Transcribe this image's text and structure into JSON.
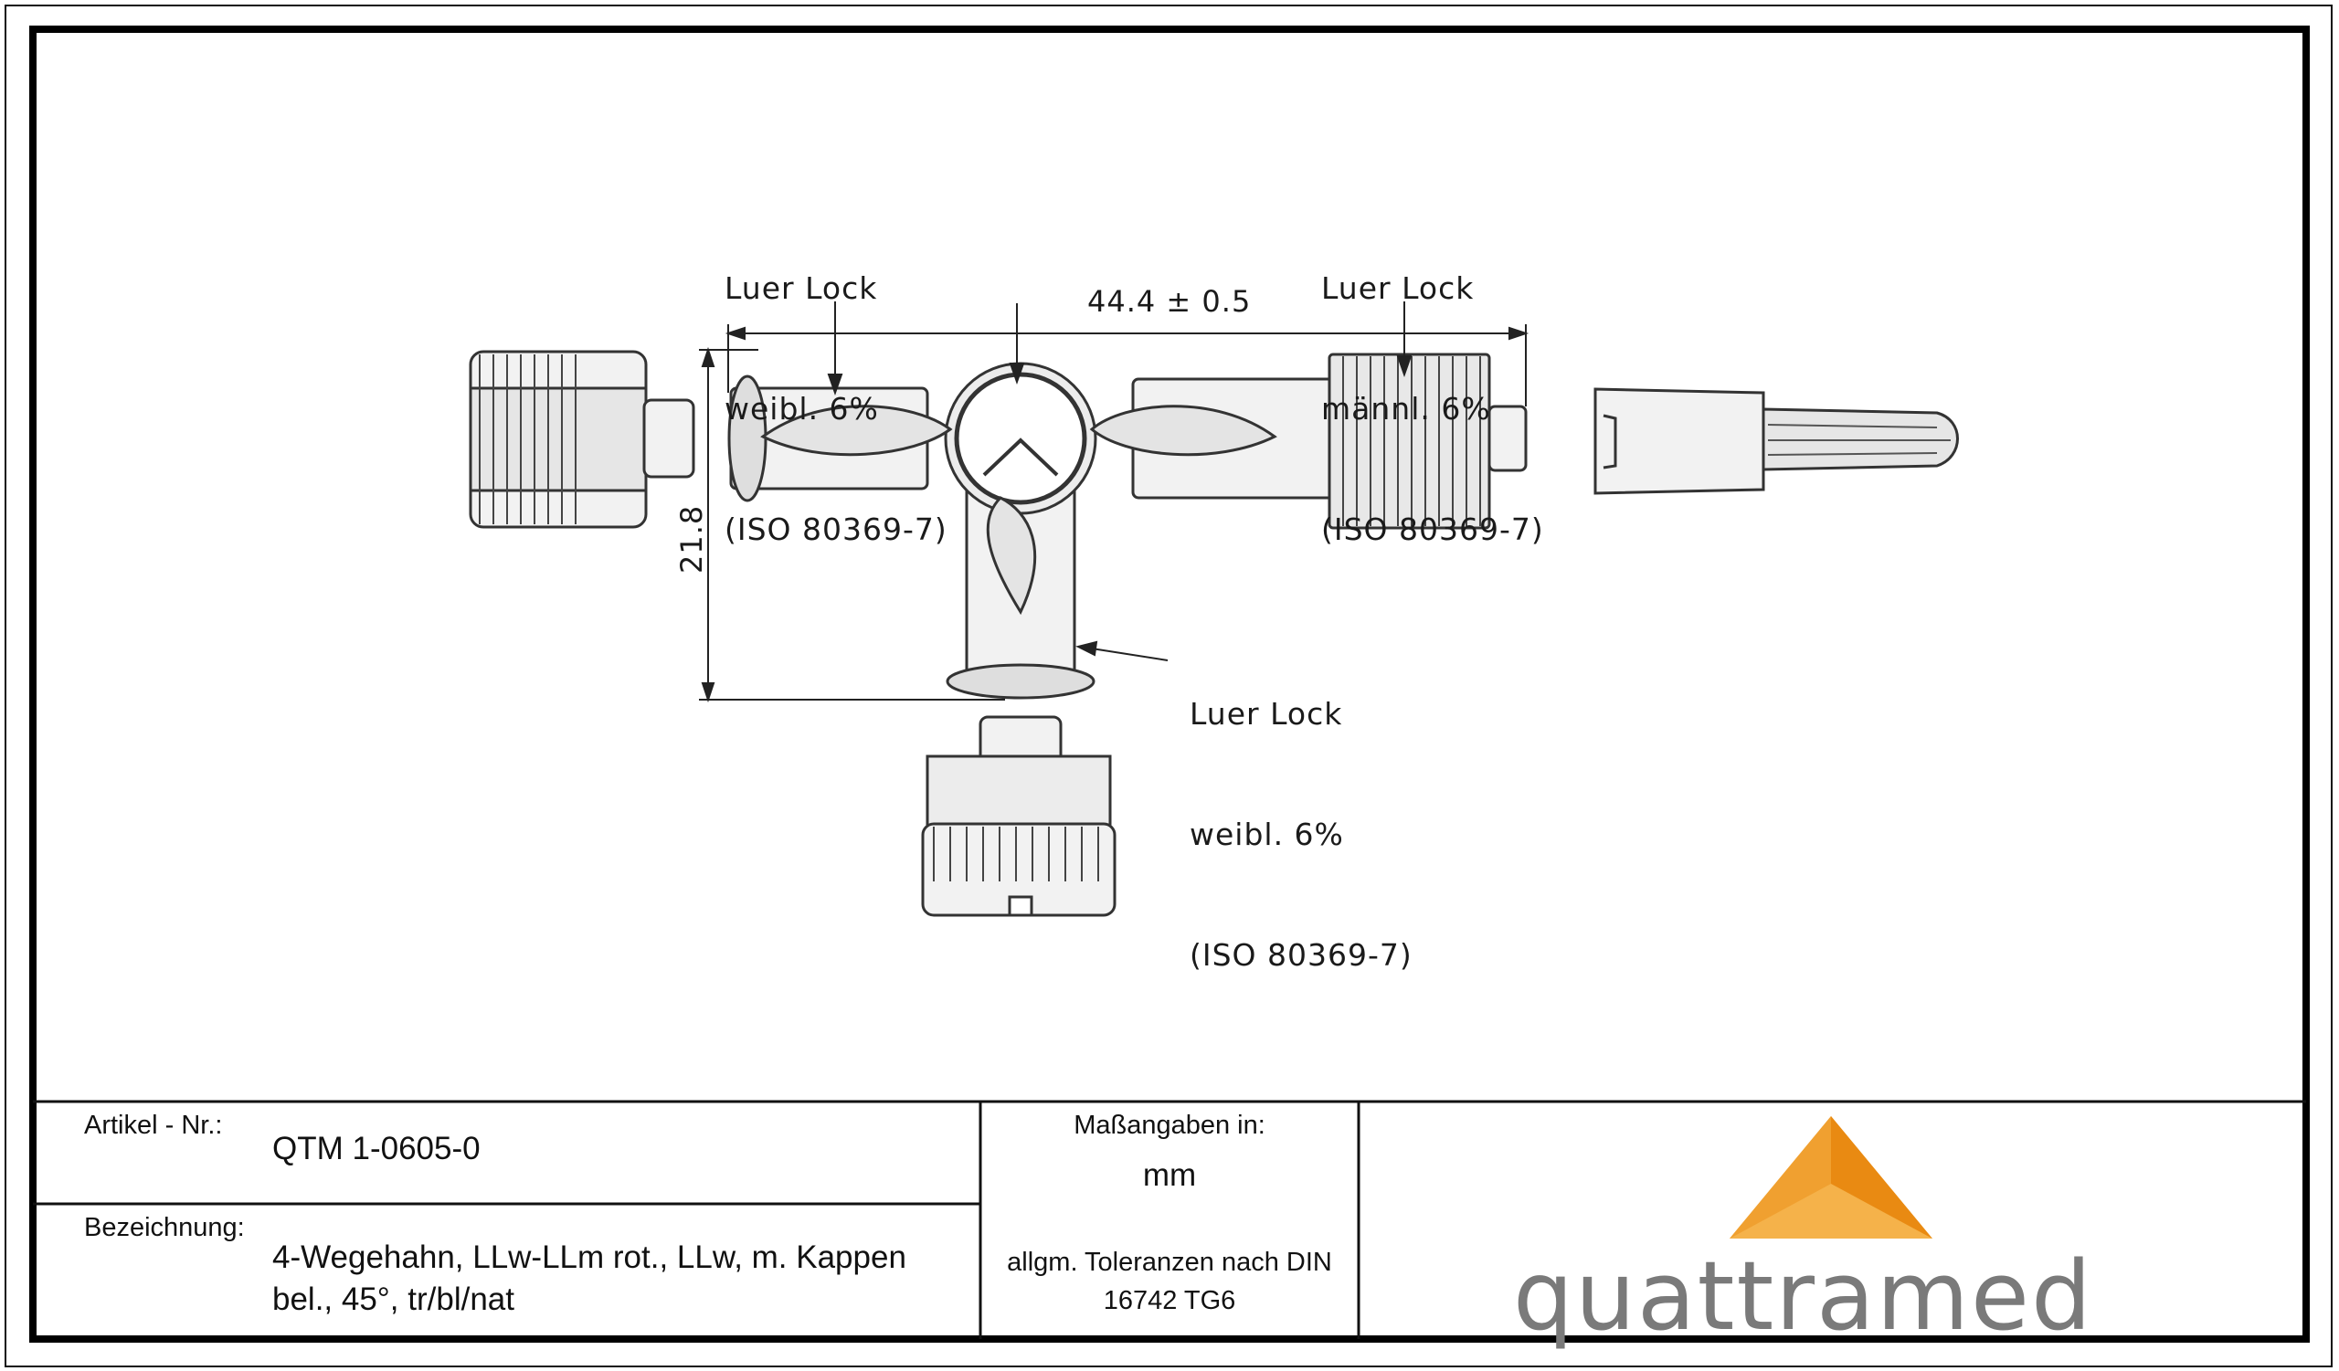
{
  "drawing": {
    "callouts": {
      "left_top": {
        "line1": "Luer Lock",
        "line2": "weibl. 6%",
        "line3": "(ISO 80369-7)"
      },
      "right_top": {
        "line1": "Luer Lock",
        "line2": "männl. 6%",
        "line3": "(ISO 80369-7)"
      },
      "bottom": {
        "line1": "Luer Lock",
        "line2": "weibl. 6%",
        "line3": "(ISO 80369-7)"
      }
    },
    "dimensions": {
      "length": "44.4 ± 0.5",
      "height": "21.8"
    }
  },
  "title_block": {
    "article_label": "Artikel - Nr.:",
    "article_value": "QTM 1-0605-0",
    "designation_label": "Bezeichnung:",
    "designation_line1": "4-Wegehahn, LLw-LLm rot., LLw, m. Kappen",
    "designation_line2": "bel., 45°, tr/bl/nat",
    "units_label": "Maßangaben in:",
    "units_value": "mm",
    "tolerance_line1": "allgm. Toleranzen nach DIN",
    "tolerance_line2": "16742 TG6",
    "logo": {
      "text": "quattramed",
      "colors": {
        "dark": "#e98a12",
        "light": "#f5b24a",
        "text": "#7a7a7a"
      }
    }
  }
}
